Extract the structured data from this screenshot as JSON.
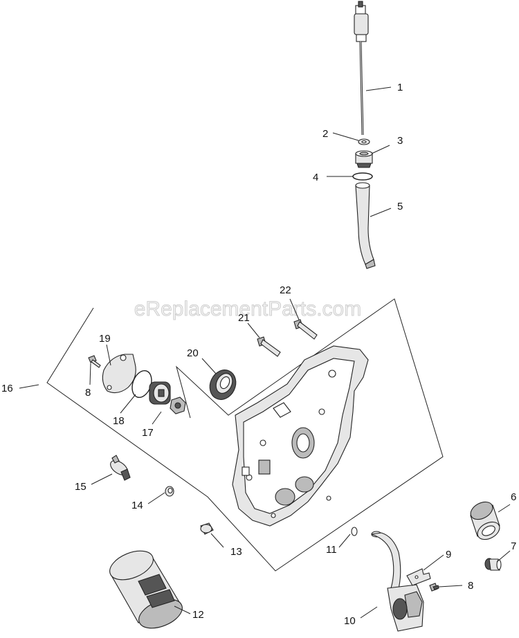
{
  "watermark": "eReplacementParts.com",
  "callouts": {
    "c1": "1",
    "c2": "2",
    "c3": "3",
    "c4": "4",
    "c5": "5",
    "c6": "6",
    "c7": "7",
    "c8a": "8",
    "c8b": "8",
    "c9": "9",
    "c10": "10",
    "c11": "11",
    "c12": "12",
    "c13": "13",
    "c14": "14",
    "c15": "15",
    "c16": "16",
    "c17": "17",
    "c18": "18",
    "c19": "19",
    "c20": "20",
    "c21": "21",
    "c22": "22"
  }
}
